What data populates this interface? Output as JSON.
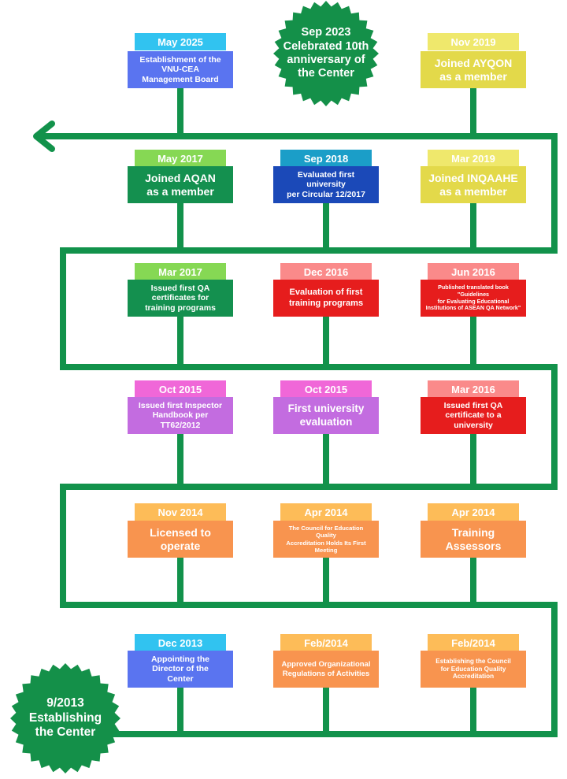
{
  "colors": {
    "line": "#12924b",
    "blue": "#5a74f0",
    "blue_light": "#31c3f0",
    "darkgreen": "#14904f",
    "green_light": "#86d854",
    "yellow": "#e3d94a",
    "yellow_light": "#efe86c",
    "navy": "#1b49b8",
    "teal": "#1b9ec8",
    "red": "#e61d1d",
    "pink": "#fa8a8a",
    "purple": "#c36ce0",
    "magenta": "#f067d8",
    "orange": "#f8944f",
    "orange_light": "#fdbc58",
    "seal": "#149049"
  },
  "milestones": [
    {
      "id": "may2025",
      "date": "May 2025",
      "text": "Establishment of the\nVNU-CEA\nManagement Board"
    },
    {
      "id": "nov2019",
      "date": "Nov 2019",
      "text": "Joined AYQON\nas a member"
    },
    {
      "id": "may2017",
      "date": "May 2017",
      "text": "Joined AQAN\nas a member"
    },
    {
      "id": "sep2018",
      "date": "Sep 2018",
      "text": "Evaluated first\nuniversity\nper Circular 12/2017"
    },
    {
      "id": "mar2019",
      "date": "Mar 2019",
      "text": "Joined INQAAHE\nas a member"
    },
    {
      "id": "mar2017",
      "date": "Mar 2017",
      "text": "Issued first QA\ncertificates for\ntraining programs"
    },
    {
      "id": "dec2016",
      "date": "Dec 2016",
      "text": "Evaluation of first\ntraining programs"
    },
    {
      "id": "jun2016",
      "date": "Jun 2016",
      "text": "Published translated book\n\"Guidelines\nfor Evaluating Educational\nInstitutions of ASEAN QA Network\""
    },
    {
      "id": "oct2015a",
      "date": "Oct 2015",
      "text": "Issued first Inspector\nHandbook per TT62/2012"
    },
    {
      "id": "oct2015b",
      "date": "Oct 2015",
      "text": "First university\nevaluation"
    },
    {
      "id": "mar2016",
      "date": "Mar 2016",
      "text": "Issued first QA\ncertificate to a\nuniversity"
    },
    {
      "id": "nov2014",
      "date": "Nov 2014",
      "text": "Licensed to\noperate"
    },
    {
      "id": "apr2014a",
      "date": "Apr 2014",
      "text": "The Council for Education\nQuality\nAccreditation Holds Its First\nMeeting"
    },
    {
      "id": "apr2014b",
      "date": "Apr 2014",
      "text": "Training Assessors"
    },
    {
      "id": "dec2013",
      "date": "Dec 2013",
      "text": "Appointing the\nDirector of the\nCenter"
    },
    {
      "id": "feb2014a",
      "date": "Feb/2014",
      "text": "Approved Organizational\nRegulations of Activities"
    },
    {
      "id": "feb2014b",
      "date": "Feb/2014",
      "text": "Establishing the Council\nfor Education Quality\nAccreditation"
    }
  ],
  "seals": [
    {
      "id": "sep2023",
      "text": "Sep 2023\nCelebrated 10th\nanniversary of\nthe Center"
    },
    {
      "id": "start",
      "text": "9/2013\nEstablishing\nthe Center"
    }
  ]
}
